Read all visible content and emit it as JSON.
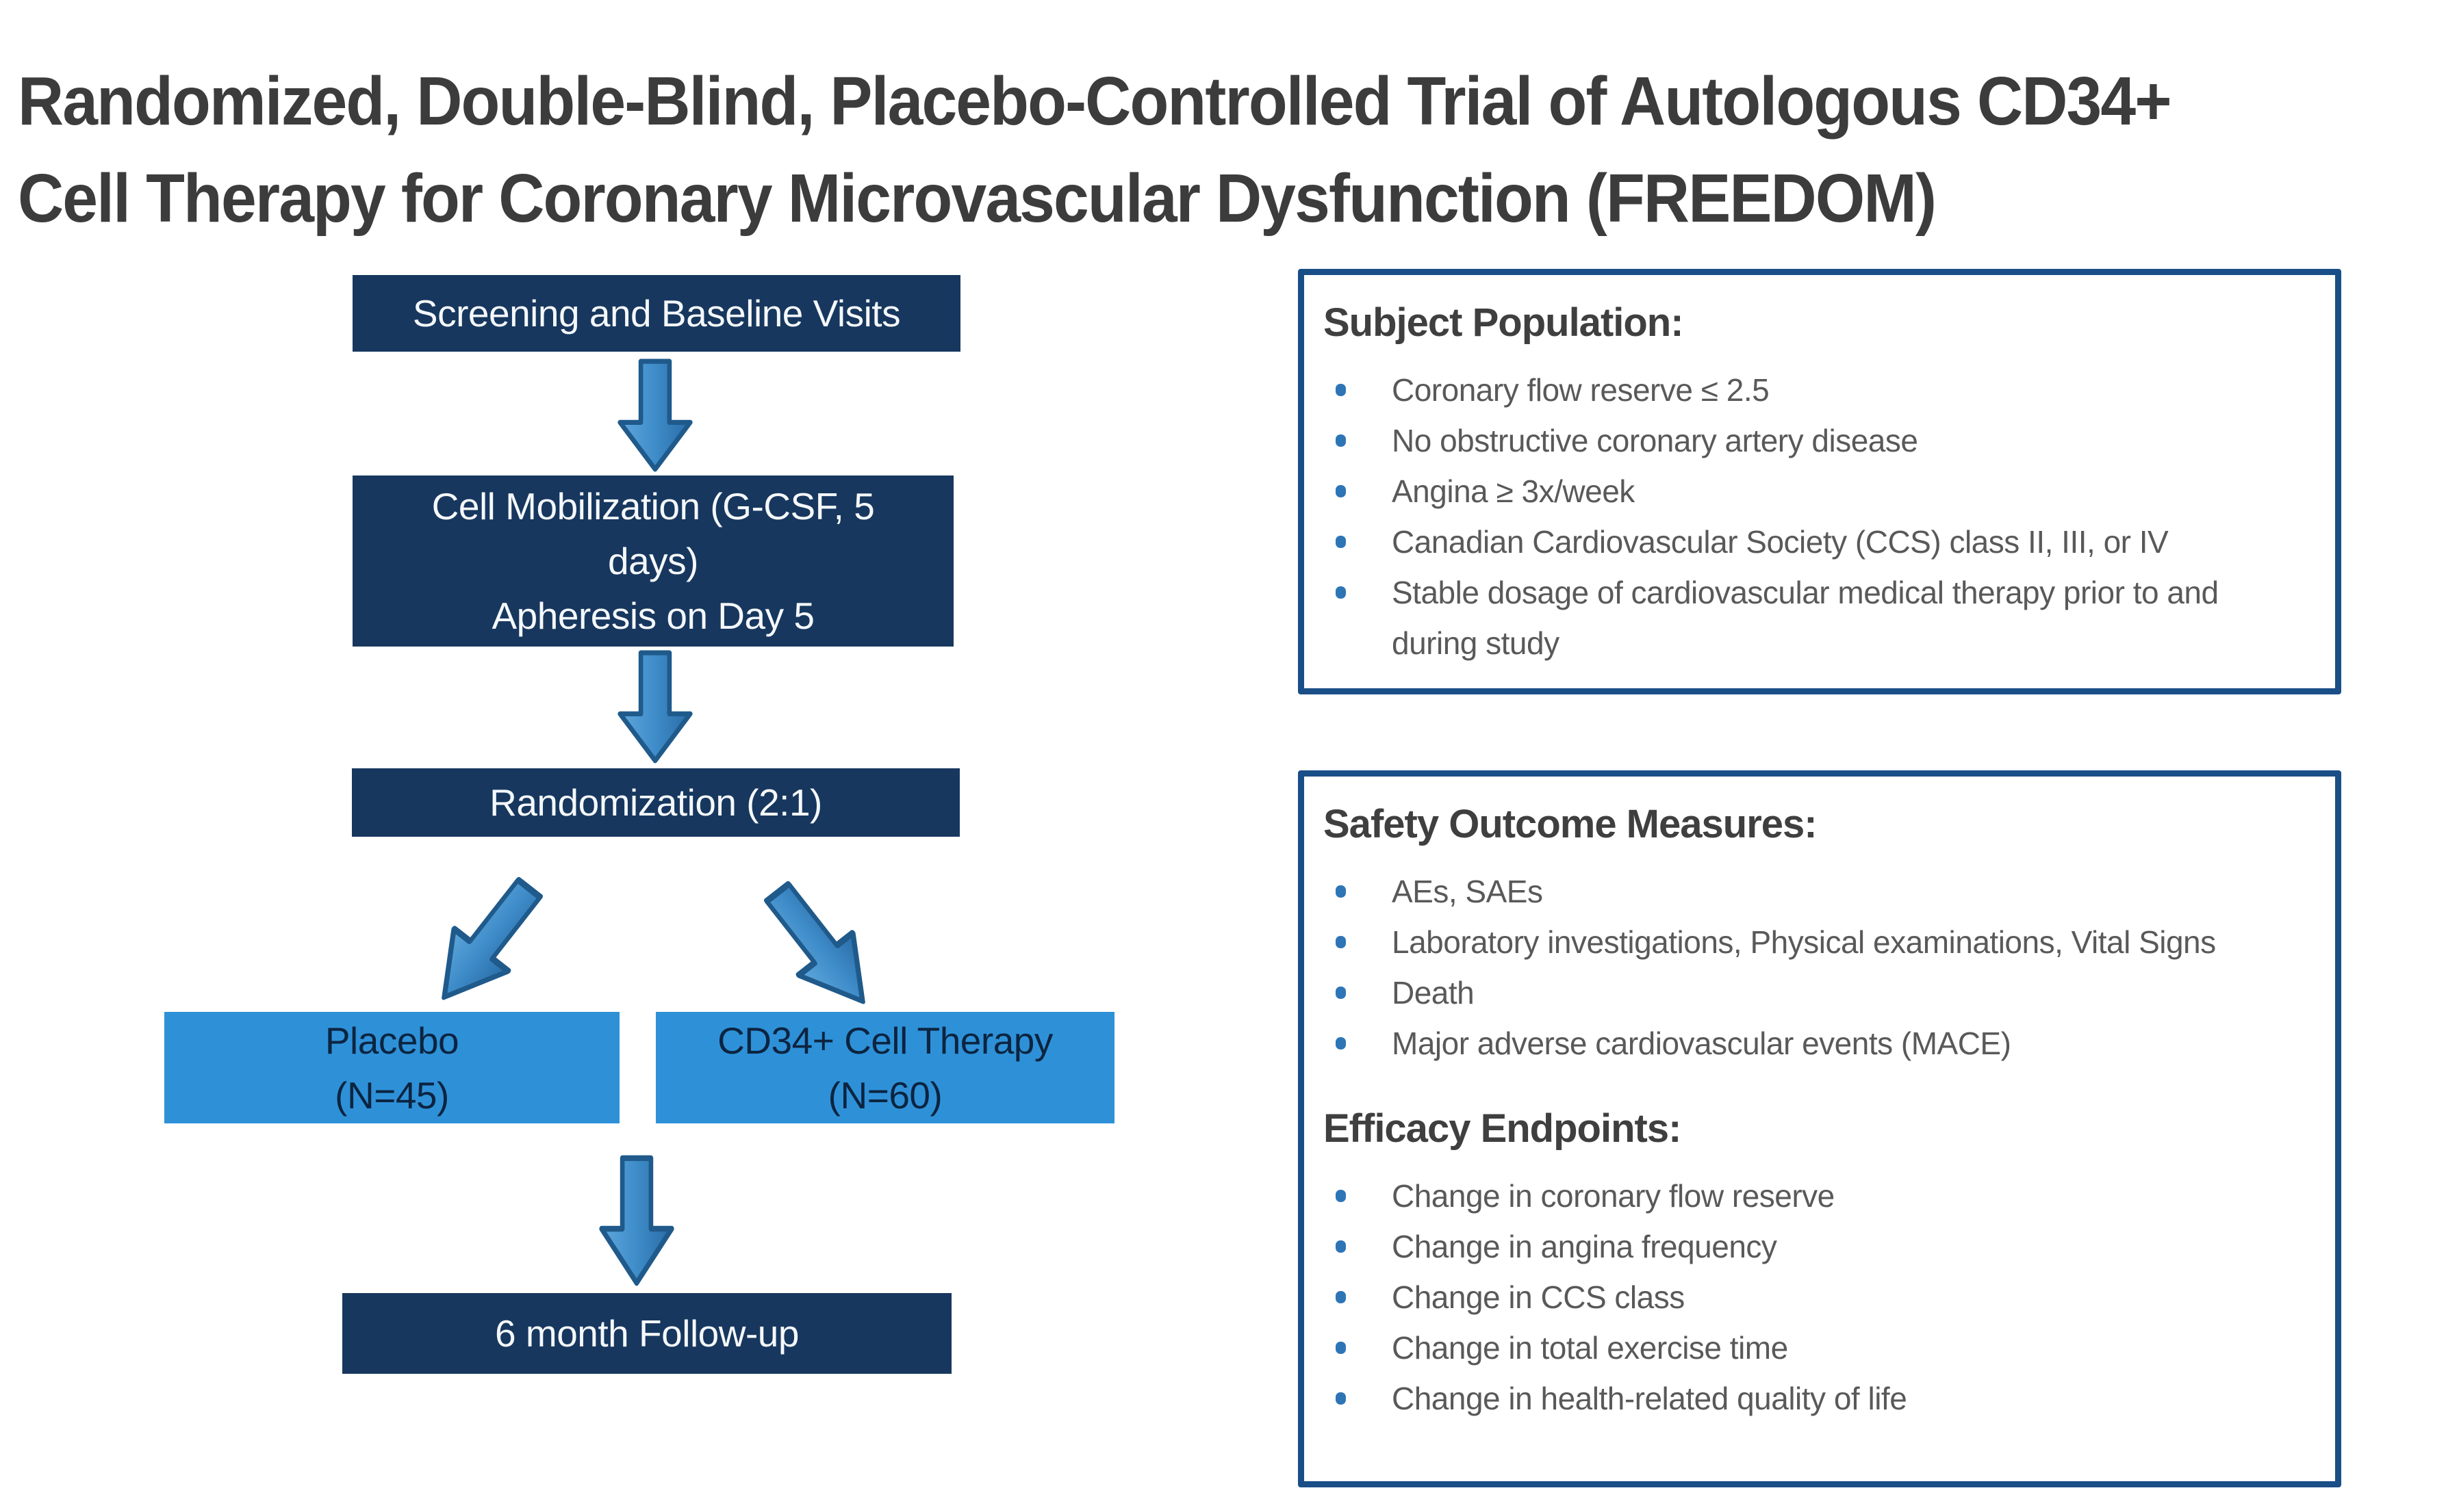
{
  "title": {
    "line1": "Randomized, Double-Blind, Placebo-Controlled Trial of Autologous CD34+",
    "line2": "Cell Therapy for Coronary Microvascular Dysfunction (FREEDOM)"
  },
  "flowchart": {
    "screening": {
      "line1": "Screening and Baseline Visits"
    },
    "mobilization": {
      "line1": "Cell Mobilization (G-CSF, 5",
      "line2": "days)",
      "line3": "Apheresis on Day 5"
    },
    "randomization": {
      "line1": "Randomization (2:1)"
    },
    "placebo": {
      "line1": "Placebo",
      "line2": "(N=45)"
    },
    "cd34": {
      "line1": "CD34+ Cell Therapy",
      "line2": "(N=60)"
    },
    "followup": {
      "line1": "6 month Follow-up"
    }
  },
  "subject_panel": {
    "title": "Subject Population:",
    "bullets": [
      "Coronary flow reserve ≤ 2.5",
      "No obstructive coronary artery disease",
      "Angina ≥ 3x/week",
      "Canadian Cardiovascular Society (CCS) class II, III, or IV",
      "Stable dosage of cardiovascular medical therapy prior to and during study"
    ]
  },
  "outcomes_panel": {
    "safety": {
      "title": "Safety Outcome Measures:",
      "bullets": [
        "AEs, SAEs",
        "Laboratory investigations, Physical examinations, Vital Signs",
        "Death",
        "Major adverse cardiovascular events (MACE)"
      ]
    },
    "efficacy": {
      "title": "Efficacy Endpoints:",
      "bullets": [
        "Change in coronary flow reserve",
        "Change in angina frequency",
        "Change in CCS class",
        "Change in total exercise time",
        "Change in health-related quality of life"
      ]
    }
  },
  "colors": {
    "navy_box": "#17375E",
    "light_blue_box": "#2E91D8",
    "light_box_text": "#0C2440",
    "arrow_fill": "#3E8CC9",
    "arrow_outline": "#1F5A8B",
    "panel_border": "#1A4E87",
    "title_text": "#3C3C3C",
    "heading_text": "#3F3F3F",
    "body_text": "#595959",
    "bullet_dot": "#2E75B6"
  }
}
